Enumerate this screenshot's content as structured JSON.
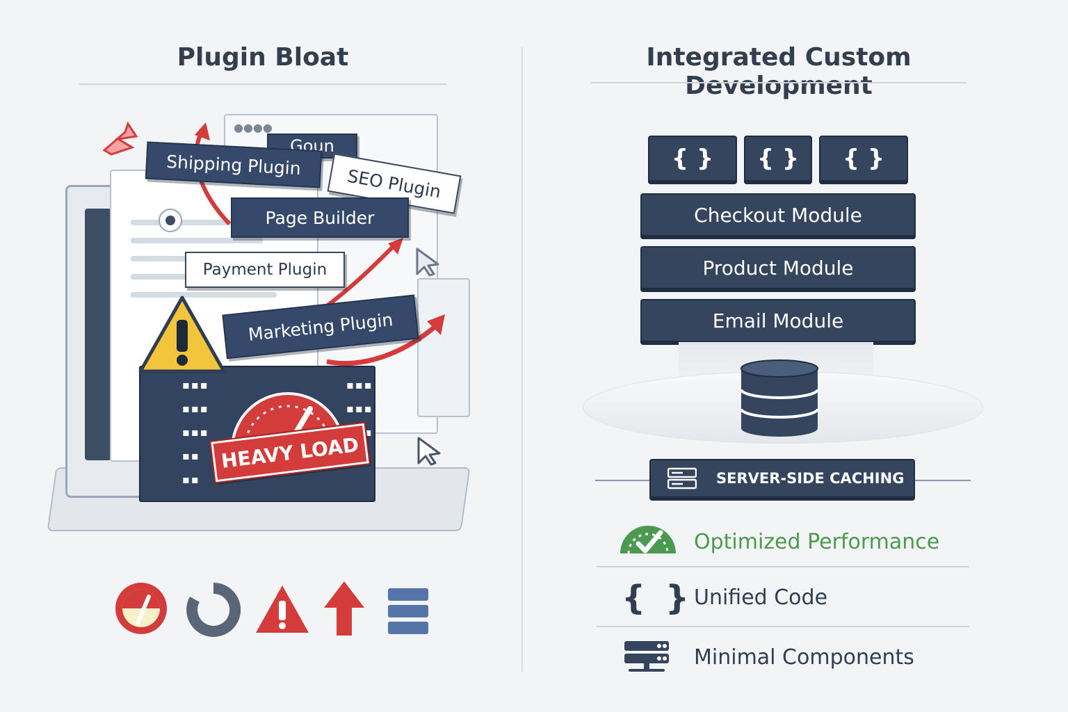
{
  "left": {
    "title": "Plugin Bloat",
    "plugin_tags": {
      "goun": "Goun",
      "shipping": "Shipping Plugin",
      "seo": "SEO Plugin",
      "page_builder": "Page Builder",
      "payment": "Payment Plugin",
      "marketing": "Marketing Plugin"
    },
    "warning_label": "HEAVY LOAD",
    "bottom_icons": [
      "speedometer-icon",
      "loading-icon",
      "warning-icon",
      "up-arrow-icon",
      "server-stack-icon"
    ]
  },
  "right": {
    "title": "Integrated Custom Development",
    "code_blocks": [
      "{ }",
      "{ }",
      "{ }"
    ],
    "modules": [
      "Checkout Module",
      "Product Module",
      "Email Module"
    ],
    "caching_label": "SERVER-SIDE CACHING",
    "benefits": [
      {
        "label": "Optimized Performance",
        "icon": "gauge-check-icon",
        "color": "#4b9a4f"
      },
      {
        "label": "Unified Code",
        "icon": "curly-braces-icon",
        "color": "#2f3e52"
      },
      {
        "label": "Minimal Components",
        "icon": "server-icon",
        "color": "#2f3e52"
      }
    ]
  },
  "colors": {
    "navy": "#34455d",
    "alert_red": "#d43b3b",
    "warning_yellow": "#f2c53d",
    "success_green": "#4b9a4f"
  }
}
